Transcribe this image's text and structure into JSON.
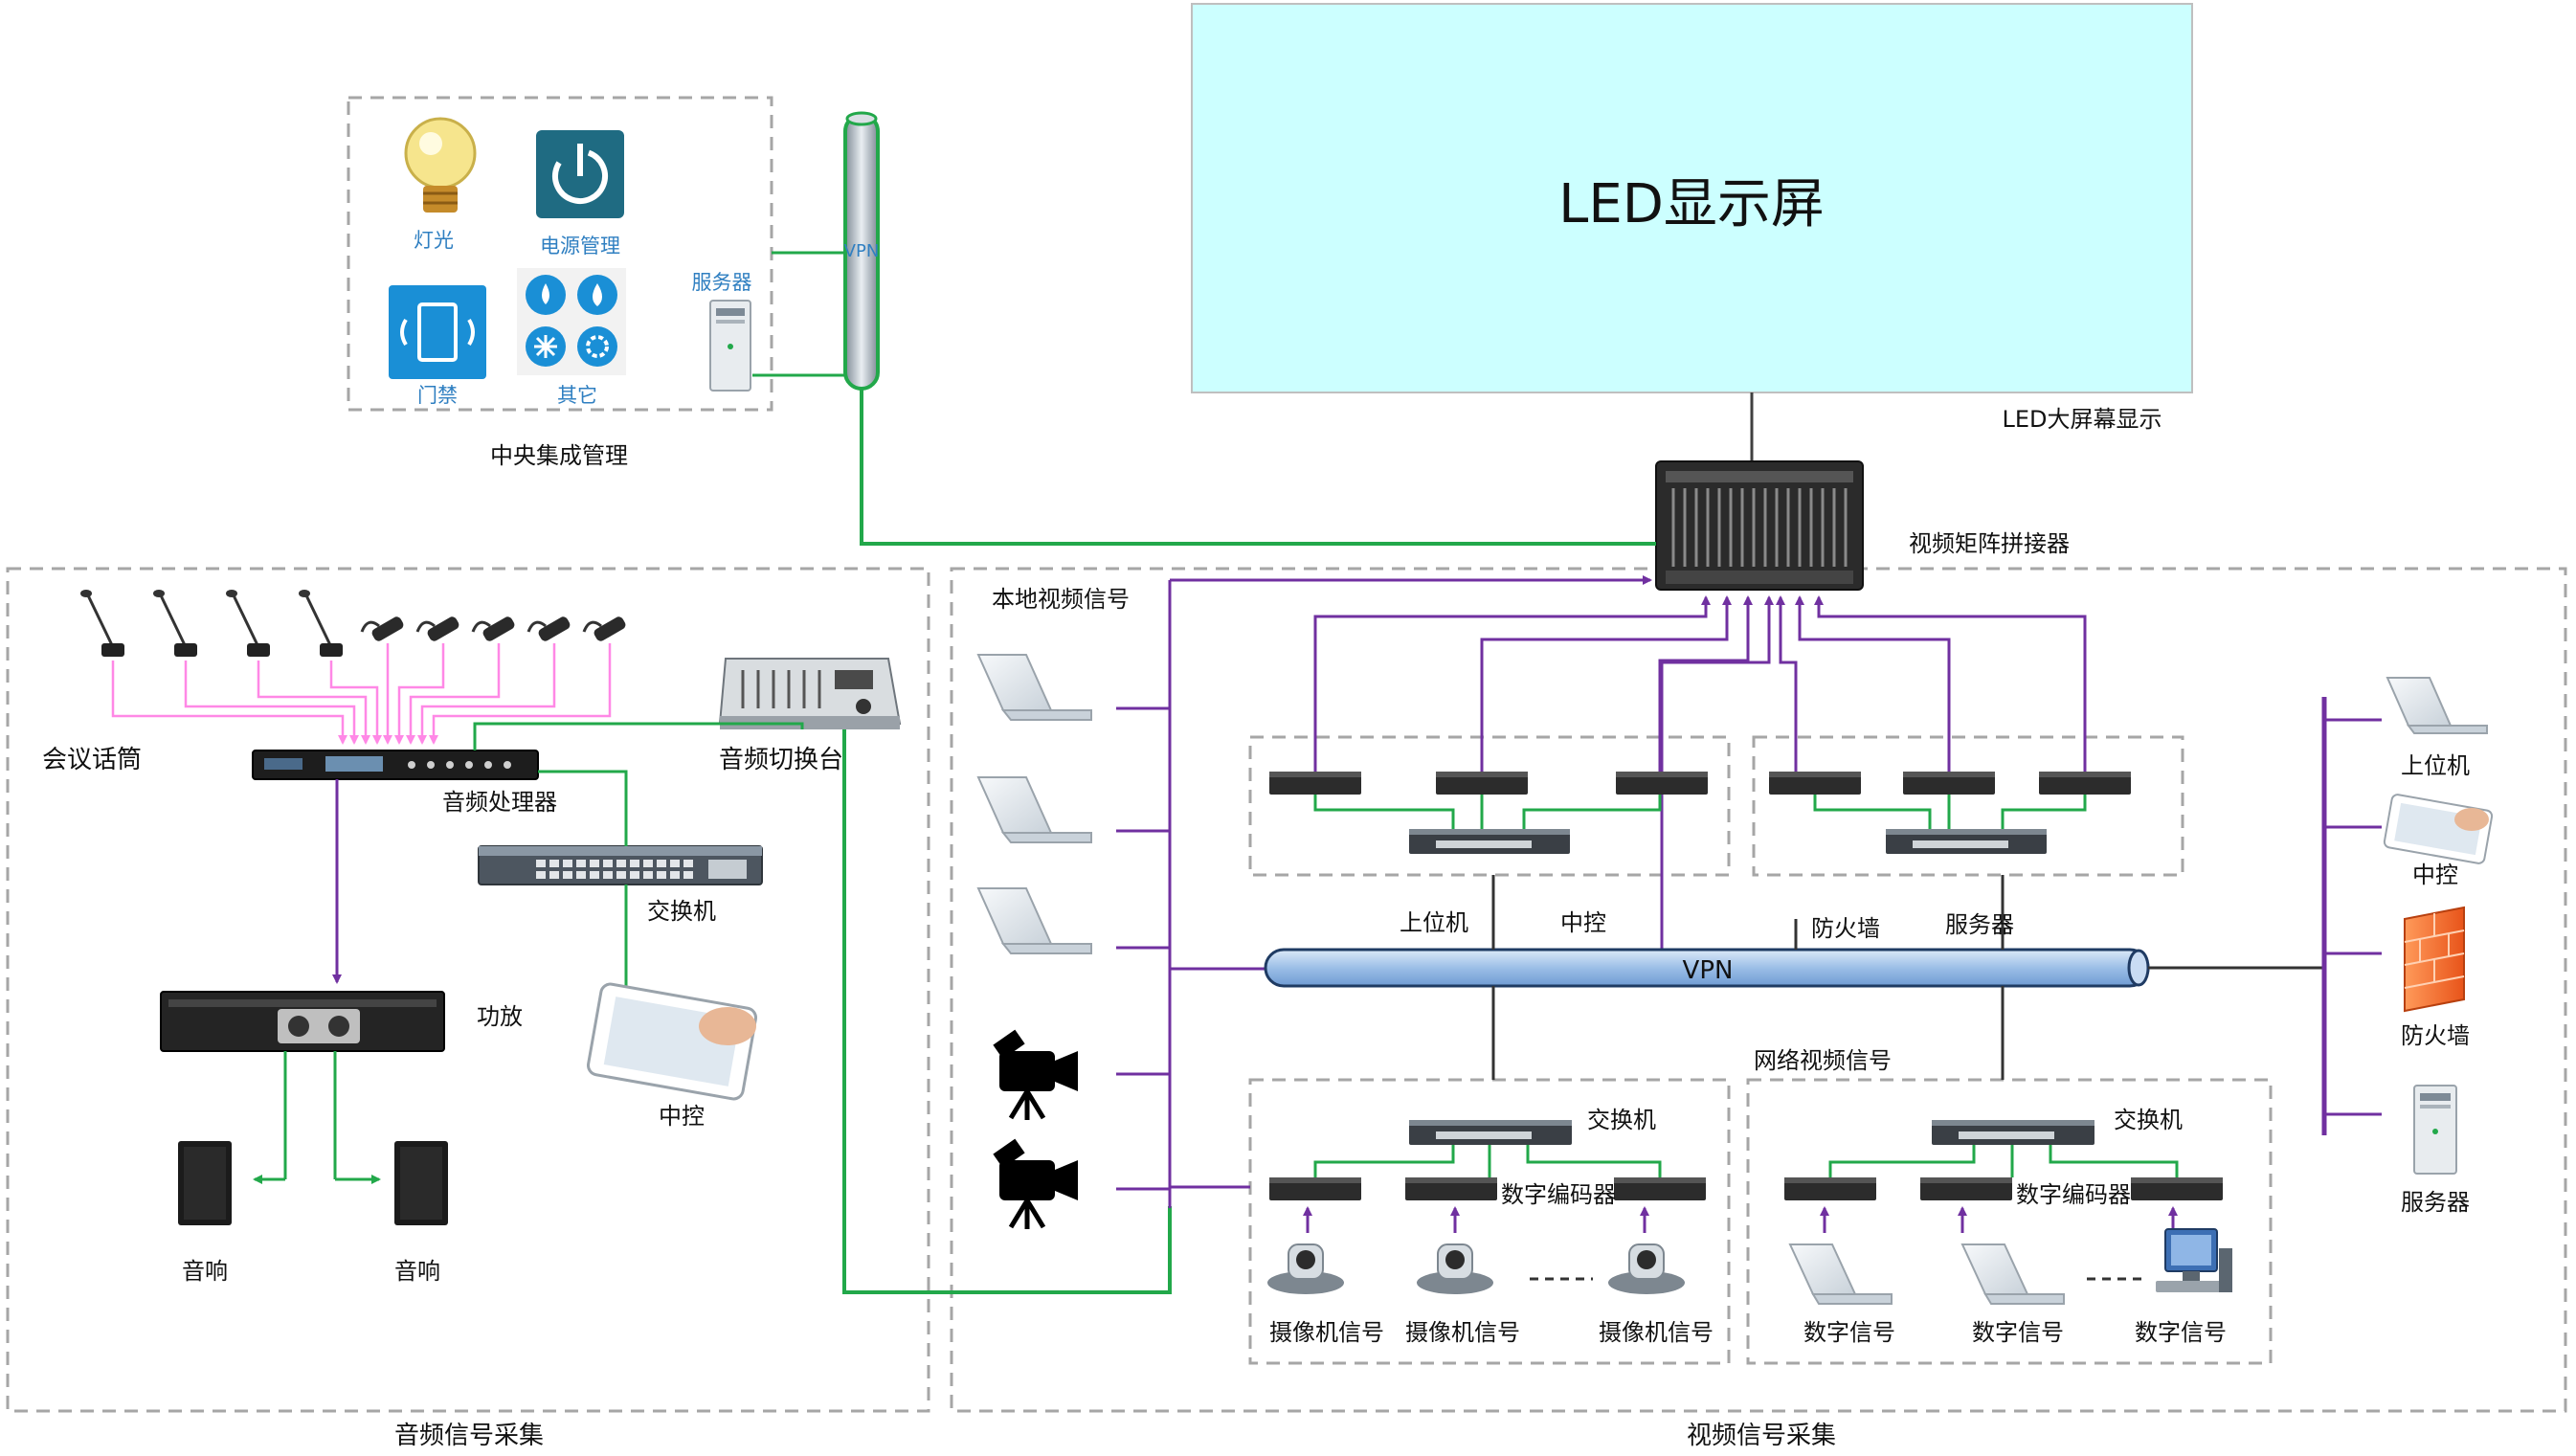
{
  "led": {
    "title": "LED显示屏",
    "caption": "LED大屏幕显示"
  },
  "central": {
    "caption": "中央集成管理",
    "light": "灯光",
    "power": "电源管理",
    "door": "门禁",
    "other": "其它",
    "server": "服务器",
    "vpn": "VPN"
  },
  "matrix": {
    "caption": "视频矩阵拼接器"
  },
  "audio": {
    "section": "音频信号采集",
    "mic": "会议话筒",
    "processor": "音频处理器",
    "mixer": "音频切换台",
    "switch": "交换机",
    "amp": "功放",
    "control": "中控",
    "speaker1": "音响",
    "speaker2": "音响"
  },
  "video": {
    "section": "视频信号采集",
    "local": "本地视频信号",
    "network": "网络视频信号",
    "vpn": "VPN",
    "bus_labels": [
      "上位机",
      "中控",
      "防火墙",
      "服务器"
    ],
    "switch1": "交换机",
    "switch2": "交换机",
    "encoder1": "数字编码器",
    "encoder2": "数字编码器",
    "cam_signals": [
      "摄像机信号",
      "摄像机信号",
      "摄像机信号"
    ],
    "digital_signals": [
      "数字信号",
      "数字信号",
      "数字信号"
    ],
    "right": [
      "上位机",
      "中控",
      "防火墙",
      "服务器"
    ]
  },
  "colors": {
    "led_fill": "#ccffff",
    "purple": "#7030a0",
    "green": "#22a84a",
    "pink": "#ff88e6",
    "vpn_blue": "#a9c9ee",
    "dash": "#a6a6a6"
  }
}
